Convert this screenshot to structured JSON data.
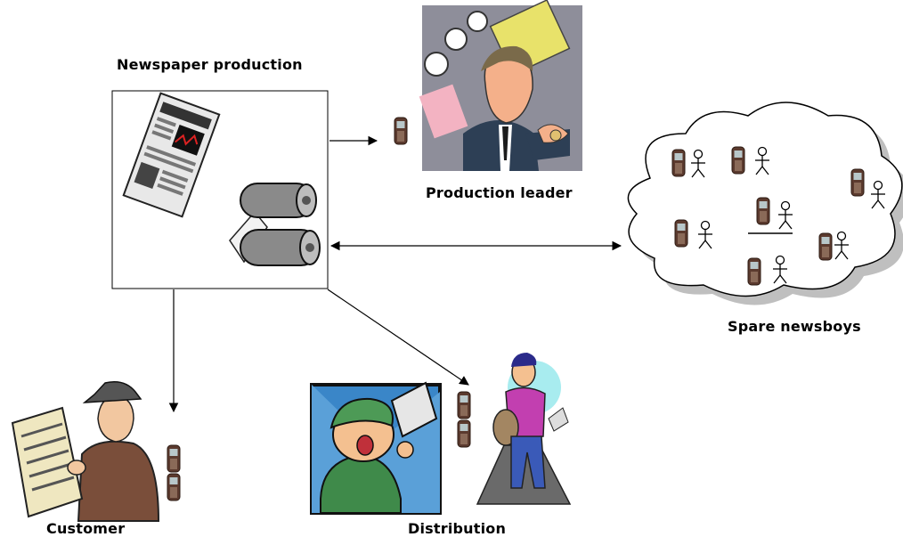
{
  "labels": {
    "newspaper_production": "Newspaper production",
    "production_leader": "Production leader",
    "spare_newsboys": "Spare newsboys",
    "customer": "Customer",
    "distribution": "Distribution"
  },
  "icons": [
    "newspaper-icon",
    "printing-rolls-icon",
    "mobile-phone-icon",
    "businessman-icon",
    "cloud-icon",
    "stick-figure-icon",
    "reader-icon",
    "paperboy-icon",
    "delivery-boy-icon"
  ],
  "colors": {
    "line": "#000000",
    "cloud_fill": "#ffffff",
    "cloud_shadow": "#bfbfbf",
    "leader_bg": "#8e8e9a",
    "distribution_bg": "#3a86c8"
  }
}
